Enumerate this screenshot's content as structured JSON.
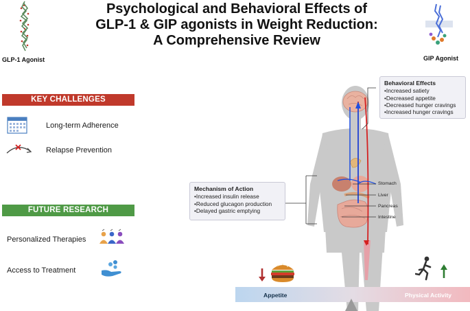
{
  "title": {
    "line1": "Psychological and Behavioral Effects of",
    "line2": "GLP-1 & GIP agonists in Weight Reduction:",
    "line3": "A Comprehensive Review"
  },
  "agents": {
    "left_label": "GLP-1 Agonist",
    "right_label": "GIP Agonist"
  },
  "key_challenges": {
    "heading": "KEY CHALLENGES",
    "color": "#c0392b",
    "items": [
      {
        "label": "Long-term Adherence",
        "icon": "calendar-icon"
      },
      {
        "label": "Relapse Prevention",
        "icon": "relapse-arrow-icon"
      }
    ]
  },
  "future_research": {
    "heading": "FUTURE RESEARCH",
    "color": "#4f9a46",
    "items": [
      {
        "label": "Personalized Therapies",
        "icon": "people-group-icon"
      },
      {
        "label": "Access to Treatment",
        "icon": "helping-hand-icon"
      }
    ]
  },
  "behavioral_effects": {
    "heading": "Behavioral Effects",
    "items": [
      "Increased satiety",
      "Decreased appetite",
      "Decreased hunger cravings",
      "Increased hunger cravings"
    ]
  },
  "mechanism": {
    "heading": "Mechanism of Action",
    "items": [
      "Increased insulin release",
      "Reduced glucagon production",
      "Delayed gastric emptying"
    ]
  },
  "organs": {
    "stomach": "Stomach",
    "liver": "Liver",
    "pancreas": "Pancreas",
    "intestine": "Intestine"
  },
  "balance": {
    "left": "Appetite",
    "right": "Physical Activity"
  },
  "colors": {
    "glp1_pathway": "#1f4fe0",
    "gip_pathway": "#d42020",
    "body_silhouette": "#c9c9c9",
    "arrow_down": "#b03030",
    "arrow_up": "#2e7d32"
  }
}
